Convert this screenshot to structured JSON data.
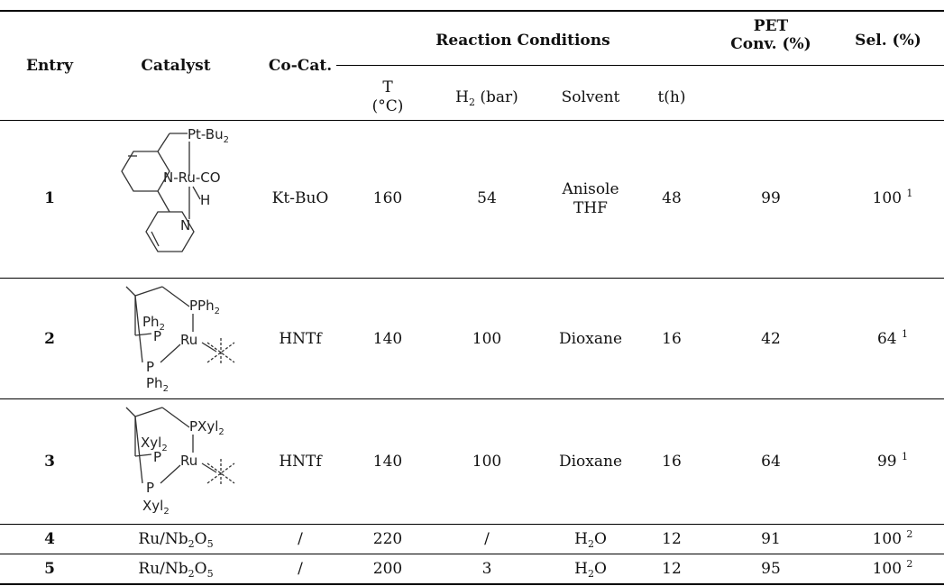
{
  "header": {
    "entry": "Entry",
    "catalyst": "Catalyst",
    "cocat": "Co-Cat.",
    "reaction_conditions": "Reaction Conditions",
    "pet_conv_1": "PET",
    "pet_conv_2": "Conv. (%)",
    "sel": "Sel. (%)",
    "t_label": "T",
    "t_unit": "(°C)",
    "h2_main": "H",
    "h2_sub": "2",
    "h2_unit": " (bar)",
    "solvent": "Solvent",
    "time": "t(h)"
  },
  "rows": [
    {
      "entry": "1",
      "cocat": "Kt-BuO",
      "temp": "160",
      "h2": "54",
      "solvent_1": "Anisole",
      "solvent_2": "THF",
      "time": "48",
      "conv": "99",
      "sel": "100",
      "sel_note": "1"
    },
    {
      "entry": "2",
      "cocat": "HNTf",
      "temp": "140",
      "h2": "100",
      "solvent_1": "Dioxane",
      "time": "16",
      "conv": "42",
      "sel": "64",
      "sel_note": "1"
    },
    {
      "entry": "3",
      "cocat": "HNTf",
      "temp": "140",
      "h2": "100",
      "solvent_1": "Dioxane",
      "time": "16",
      "conv": "64",
      "sel": "99",
      "sel_note": "1"
    },
    {
      "entry": "4",
      "cat_a": "Ru/Nb",
      "cat_b": "2",
      "cat_c": "O",
      "cat_d": "5",
      "cocat": "/",
      "temp": "220",
      "h2": "/",
      "solv_a": "H",
      "solv_b": "2",
      "solv_c": "O",
      "time": "12",
      "conv": "91",
      "sel": "100",
      "sel_note": "2"
    },
    {
      "entry": "5",
      "cat_a": "Ru/Nb",
      "cat_b": "2",
      "cat_c": "O",
      "cat_d": "5",
      "cocat": "/",
      "temp": "200",
      "h2": "3",
      "solv_a": "H",
      "solv_b": "2",
      "solv_c": "O",
      "time": "12",
      "conv": "95",
      "sel": "100",
      "sel_note": "2"
    }
  ],
  "structures": {
    "s1": {
      "p_label": "Pt-Bu",
      "p_sub": "2",
      "n_label": "N-Ru-CO",
      "h_label": "H",
      "n2_label": "N"
    },
    "s2": {
      "pph2_top": "PPh",
      "pph2_top_sub": "2",
      "ph2_left": "Ph",
      "ph2_left_sub": "2",
      "p_mid": "P",
      "ru": "Ru",
      "p_low": "P",
      "ph2_low": "Ph",
      "ph2_low_sub": "2"
    },
    "s3": {
      "pxyl_top": "PXyl",
      "pxyl_top_sub": "2",
      "xyl_left": "Xyl",
      "xyl_left_sub": "2",
      "p_mid": "P",
      "ru": "Ru",
      "p_low": "P",
      "xyl_low": "Xyl",
      "xyl_low_sub": "2"
    }
  }
}
